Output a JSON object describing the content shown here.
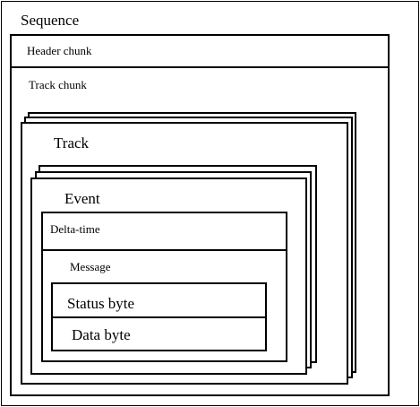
{
  "sequence": {
    "label": "Sequence"
  },
  "header_chunk": {
    "label": "Header chunk"
  },
  "track_chunk": {
    "label": "Track chunk"
  },
  "track": {
    "label": "Track"
  },
  "event": {
    "label": "Event"
  },
  "delta_time": {
    "label": "Delta-time"
  },
  "message": {
    "label": "Message"
  },
  "status_byte": {
    "label": "Status byte"
  },
  "data_byte": {
    "label": "Data byte"
  },
  "colors": {
    "stroke": "#000000",
    "fill": "#ffffff"
  }
}
